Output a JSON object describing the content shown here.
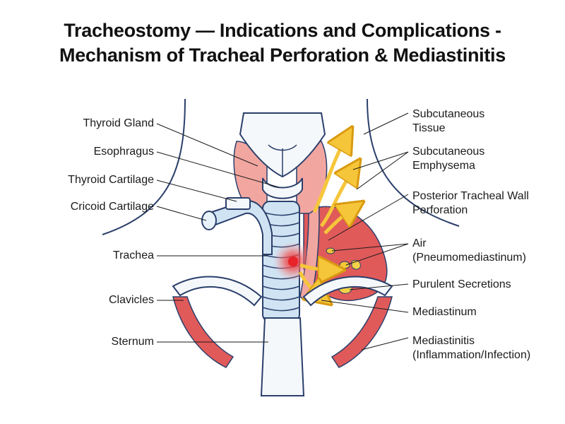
{
  "title": {
    "line1": "Tracheostomy — Indications and Complications -",
    "line2": "Mechanism of Tracheal Perforation & Mediastinitis"
  },
  "labels_left": {
    "thyroid_gland": "Thyroid Gland",
    "esophagus": "Esophragus",
    "thyroid_cartilage": "Thyroid Cartilage",
    "cricoid_cartilage": "Cricoid Cartilage",
    "trachea": "Trachea",
    "clavicles": "Clavicles",
    "sternum": "Sternum"
  },
  "labels_right": {
    "subcutaneous_tissue": [
      "Subcutaneous",
      "Tissue"
    ],
    "subcutaneous_emphysema": [
      "Subcutaneous",
      "Emphysema"
    ],
    "posterior_wall_perforation": [
      "Posterior Tracheal Wall",
      "Perforation"
    ],
    "air": [
      "Air",
      "(Pneumomediastinum)"
    ],
    "purulent_secretions": "Purulent Secretions",
    "mediastinum": "Mediastinum",
    "mediastinitis": [
      "Mediastinitis",
      "(Inflammation/Infection)"
    ]
  },
  "colors": {
    "outline": "#2a3f6b",
    "tissue_red": "#e05a5a",
    "tissue_pink": "#f2a6a0",
    "trachea_blue": "#cfe3f2",
    "air_yellow": "#f6c63a",
    "pus_yellow": "#f3d24a",
    "perforation_red": "#e8232a"
  }
}
